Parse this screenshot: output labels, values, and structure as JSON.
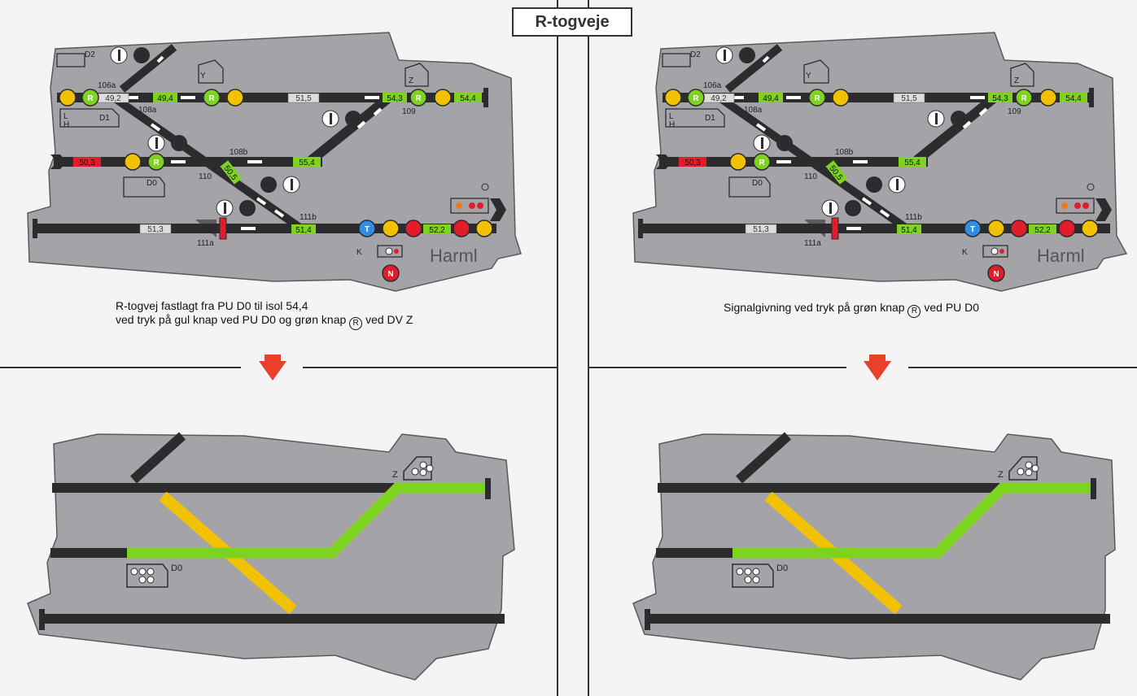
{
  "title": "R-togveje",
  "panels": {
    "top_left": {
      "caption_line1": "R-togvej fastlagt fra PU D0 til isol 54,4",
      "caption_line2a": "ved tryk på gul knap ved PU D0 og grøn knap",
      "caption_circle": "R",
      "caption_line2b": "ved DV Z",
      "station_label": "Harml"
    },
    "top_right": {
      "caption_a": "Signalgivning ved tryk på grøn knap",
      "caption_circle": "R",
      "caption_b": "ved PU D0",
      "station_label": "Harml"
    },
    "bottom_left": {
      "label_z": "Z",
      "label_d0": "D0"
    },
    "bottom_right": {
      "label_z": "Z",
      "label_d0": "D0"
    }
  },
  "track_labels": {
    "t106a": "106a",
    "t108a": "108a",
    "t108b": "108b",
    "t109": "109",
    "t110": "110",
    "t111a": "111a",
    "t111b": "111b",
    "d0": "D0",
    "d1": "D1",
    "d2": "D2",
    "y": "Y",
    "z": "Z",
    "l": "L",
    "h": "H",
    "k": "K",
    "r": "R",
    "t": "T",
    "n": "N"
  },
  "section_values": {
    "s49_2": "49,2",
    "s49_4": "49,4",
    "s51_5": "51,5",
    "s54_3": "54,3",
    "s54_4": "54,4",
    "s50_3": "50,3",
    "s55_4": "55,4",
    "s50_5": "50,5",
    "s51_3": "51,3",
    "s51_4": "51,4",
    "s52_2": "52,2"
  },
  "colors": {
    "panel": "#a4a4a8",
    "track": "#2c2c2e",
    "green": "#7ed321",
    "yellow": "#f2c200",
    "red": "#e21d2b",
    "blue": "#2f8de4",
    "orange": "#e87b1c",
    "arrow": "#e8402a"
  }
}
